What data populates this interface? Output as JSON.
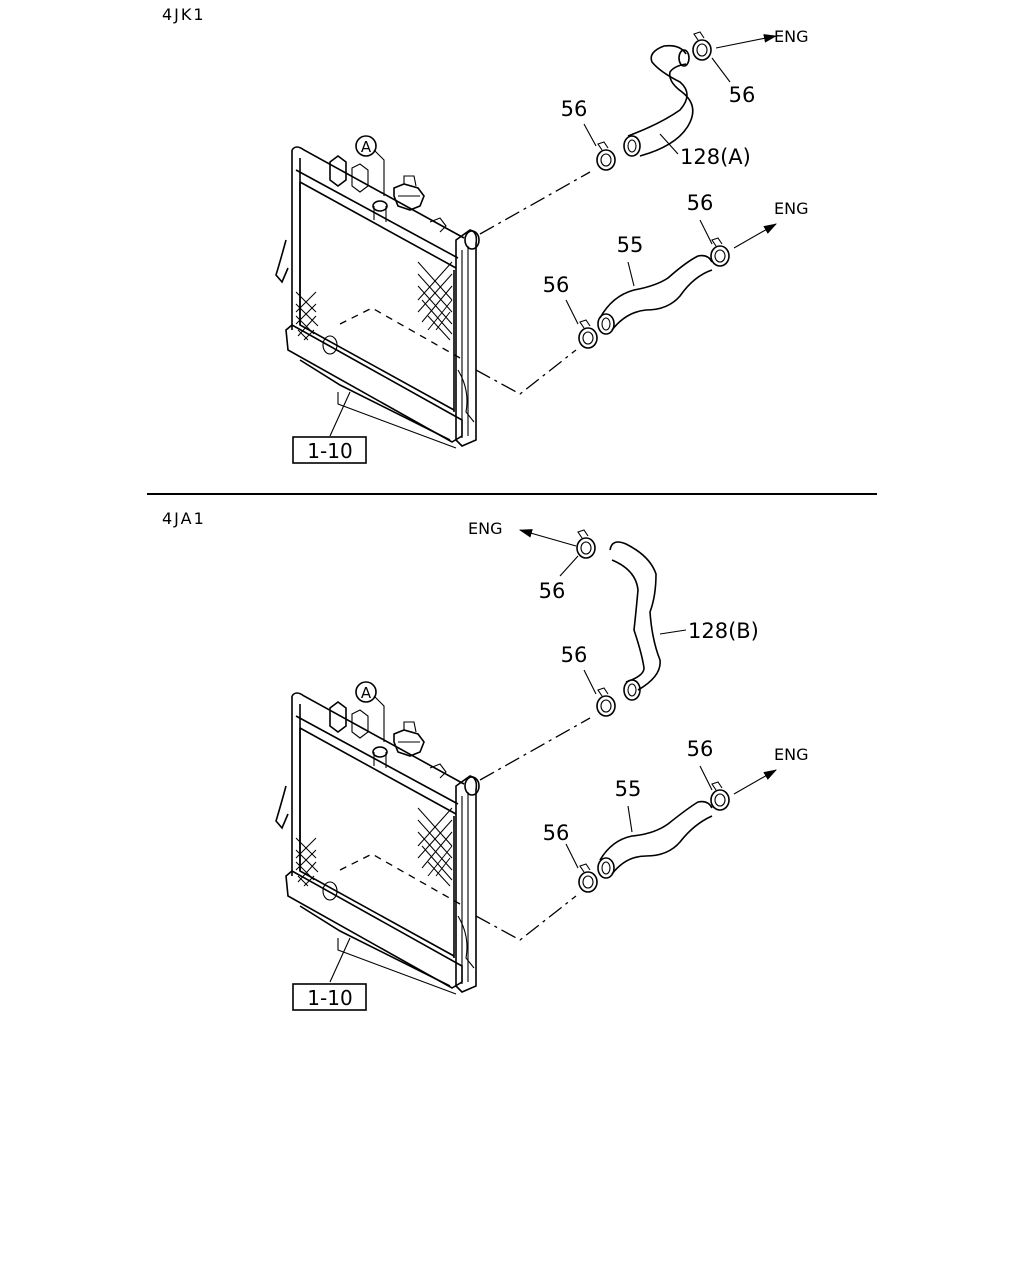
{
  "sections": [
    {
      "model_code": "4JK1",
      "ref_box": "1-10",
      "marker": "A",
      "engine_labels": [
        "ENG",
        "ENG"
      ],
      "hose_upper_label": "128(A)",
      "hose_lower_label": "55",
      "clamp_labels": [
        "56",
        "56",
        "56",
        "56"
      ]
    },
    {
      "model_code": "4JA1",
      "ref_box": "1-10",
      "marker": "A",
      "engine_labels": [
        "ENG",
        "ENG"
      ],
      "hose_upper_label": "128(B)",
      "hose_lower_label": "55",
      "clamp_labels": [
        "56",
        "56",
        "56",
        "56"
      ]
    }
  ]
}
